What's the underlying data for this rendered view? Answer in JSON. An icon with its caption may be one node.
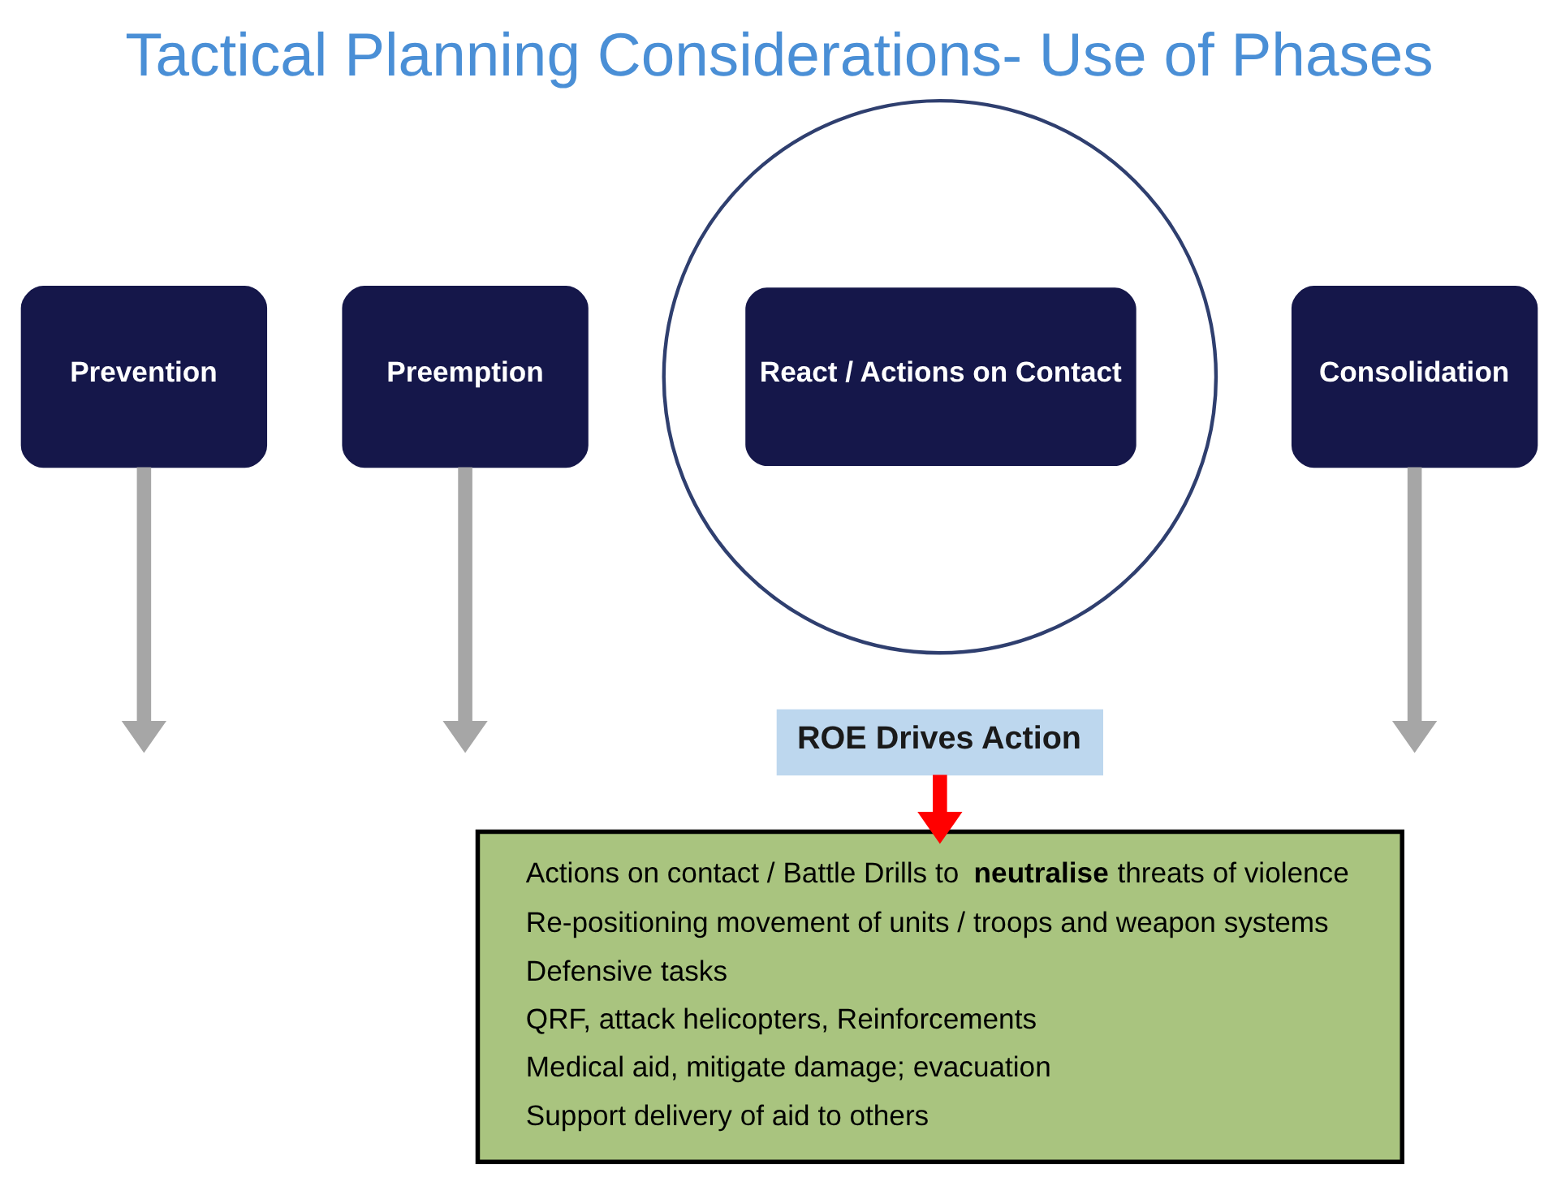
{
  "diagram": {
    "title": "Tactical Planning Considerations- Use of Phases",
    "nodes": [
      {
        "text": [
          "Prevention"
        ]
      },
      {
        "text": [
          "Preemption"
        ]
      },
      {
        "text": [],
        "shape": "circle"
      },
      {
        "text": [
          "React / Actions on Contact"
        ],
        "in": 2
      },
      {
        "text": [
          "Consolidation"
        ]
      },
      {
        "text": [
          "ROE Drives Action"
        ]
      },
      {
        "text": [
          "Actions on contact / Battle Drills to **neutralise** threats of violence",
          "Re-positioning movement of units / troops and weapon systems",
          "Defensive tasks",
          "QRF, attack helicopters, Reinforcements",
          "Medical aid, mitigate damage; evacuation",
          "Support delivery of aid to others"
        ]
      }
    ],
    "edges": [
      {
        "from": 0,
        "to": null,
        "arrow": "to"
      },
      {
        "from": 1,
        "to": null,
        "arrow": "to"
      },
      {
        "from": 4,
        "to": null,
        "arrow": "to"
      },
      {
        "from": 5,
        "to": 6,
        "arrow": "to",
        "color": "#ff0000"
      }
    ]
  }
}
